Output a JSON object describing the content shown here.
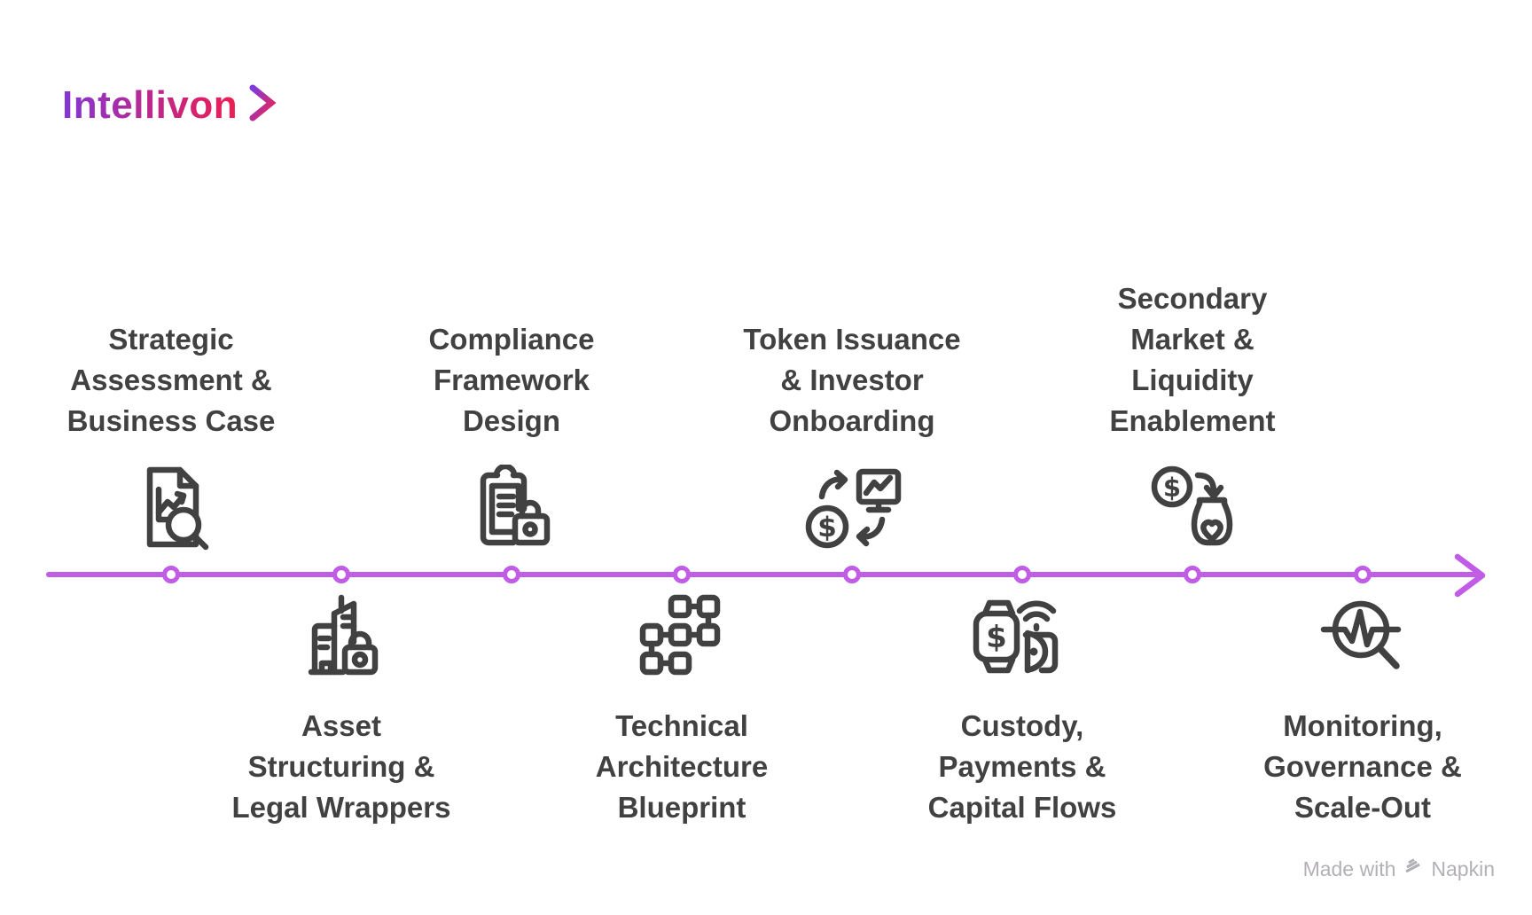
{
  "brand": {
    "name": "Intellivon",
    "chevron_icon": "chevron-right-icon",
    "gradient_start": "#8336d6",
    "gradient_end": "#ee1e51"
  },
  "timeline": {
    "direction": "left-to-right",
    "color": "#c05ce6",
    "milestone_count": 8
  },
  "stages": [
    {
      "title": "Strategic\nAssessment &\nBusiness Case",
      "side": "above",
      "icon": "document-chart-magnifier-icon"
    },
    {
      "title": "Asset\nStructuring &\nLegal Wrappers",
      "side": "below",
      "icon": "buildings-lock-icon"
    },
    {
      "title": "Compliance\nFramework\nDesign",
      "side": "above",
      "icon": "clipboard-lock-icon"
    },
    {
      "title": "Technical\nArchitecture\nBlueprint",
      "side": "below",
      "icon": "flowchart-nodes-icon"
    },
    {
      "title": "Token Issuance\n& Investor\nOnboarding",
      "side": "above",
      "icon": "currency-exchange-chart-icon"
    },
    {
      "title": "Custody,\nPayments &\nCapital Flows",
      "side": "below",
      "icon": "smartwatch-wallet-payment-icon"
    },
    {
      "title": "Secondary\nMarket &\nLiquidity\nEnablement",
      "side": "above",
      "icon": "coin-to-jar-heart-icon"
    },
    {
      "title": "Monitoring,\nGovernance &\nScale-Out",
      "side": "below",
      "icon": "pulse-magnifier-icon"
    }
  ],
  "footer": {
    "text_prefix": "Made with",
    "brand": "Napkin",
    "logo_icon": "napkin-logo-icon"
  },
  "colors": {
    "title_text": "#414141",
    "icon_stroke": "#414141",
    "timeline": "#c05ce6",
    "footer_text": "#b3b0b5"
  }
}
